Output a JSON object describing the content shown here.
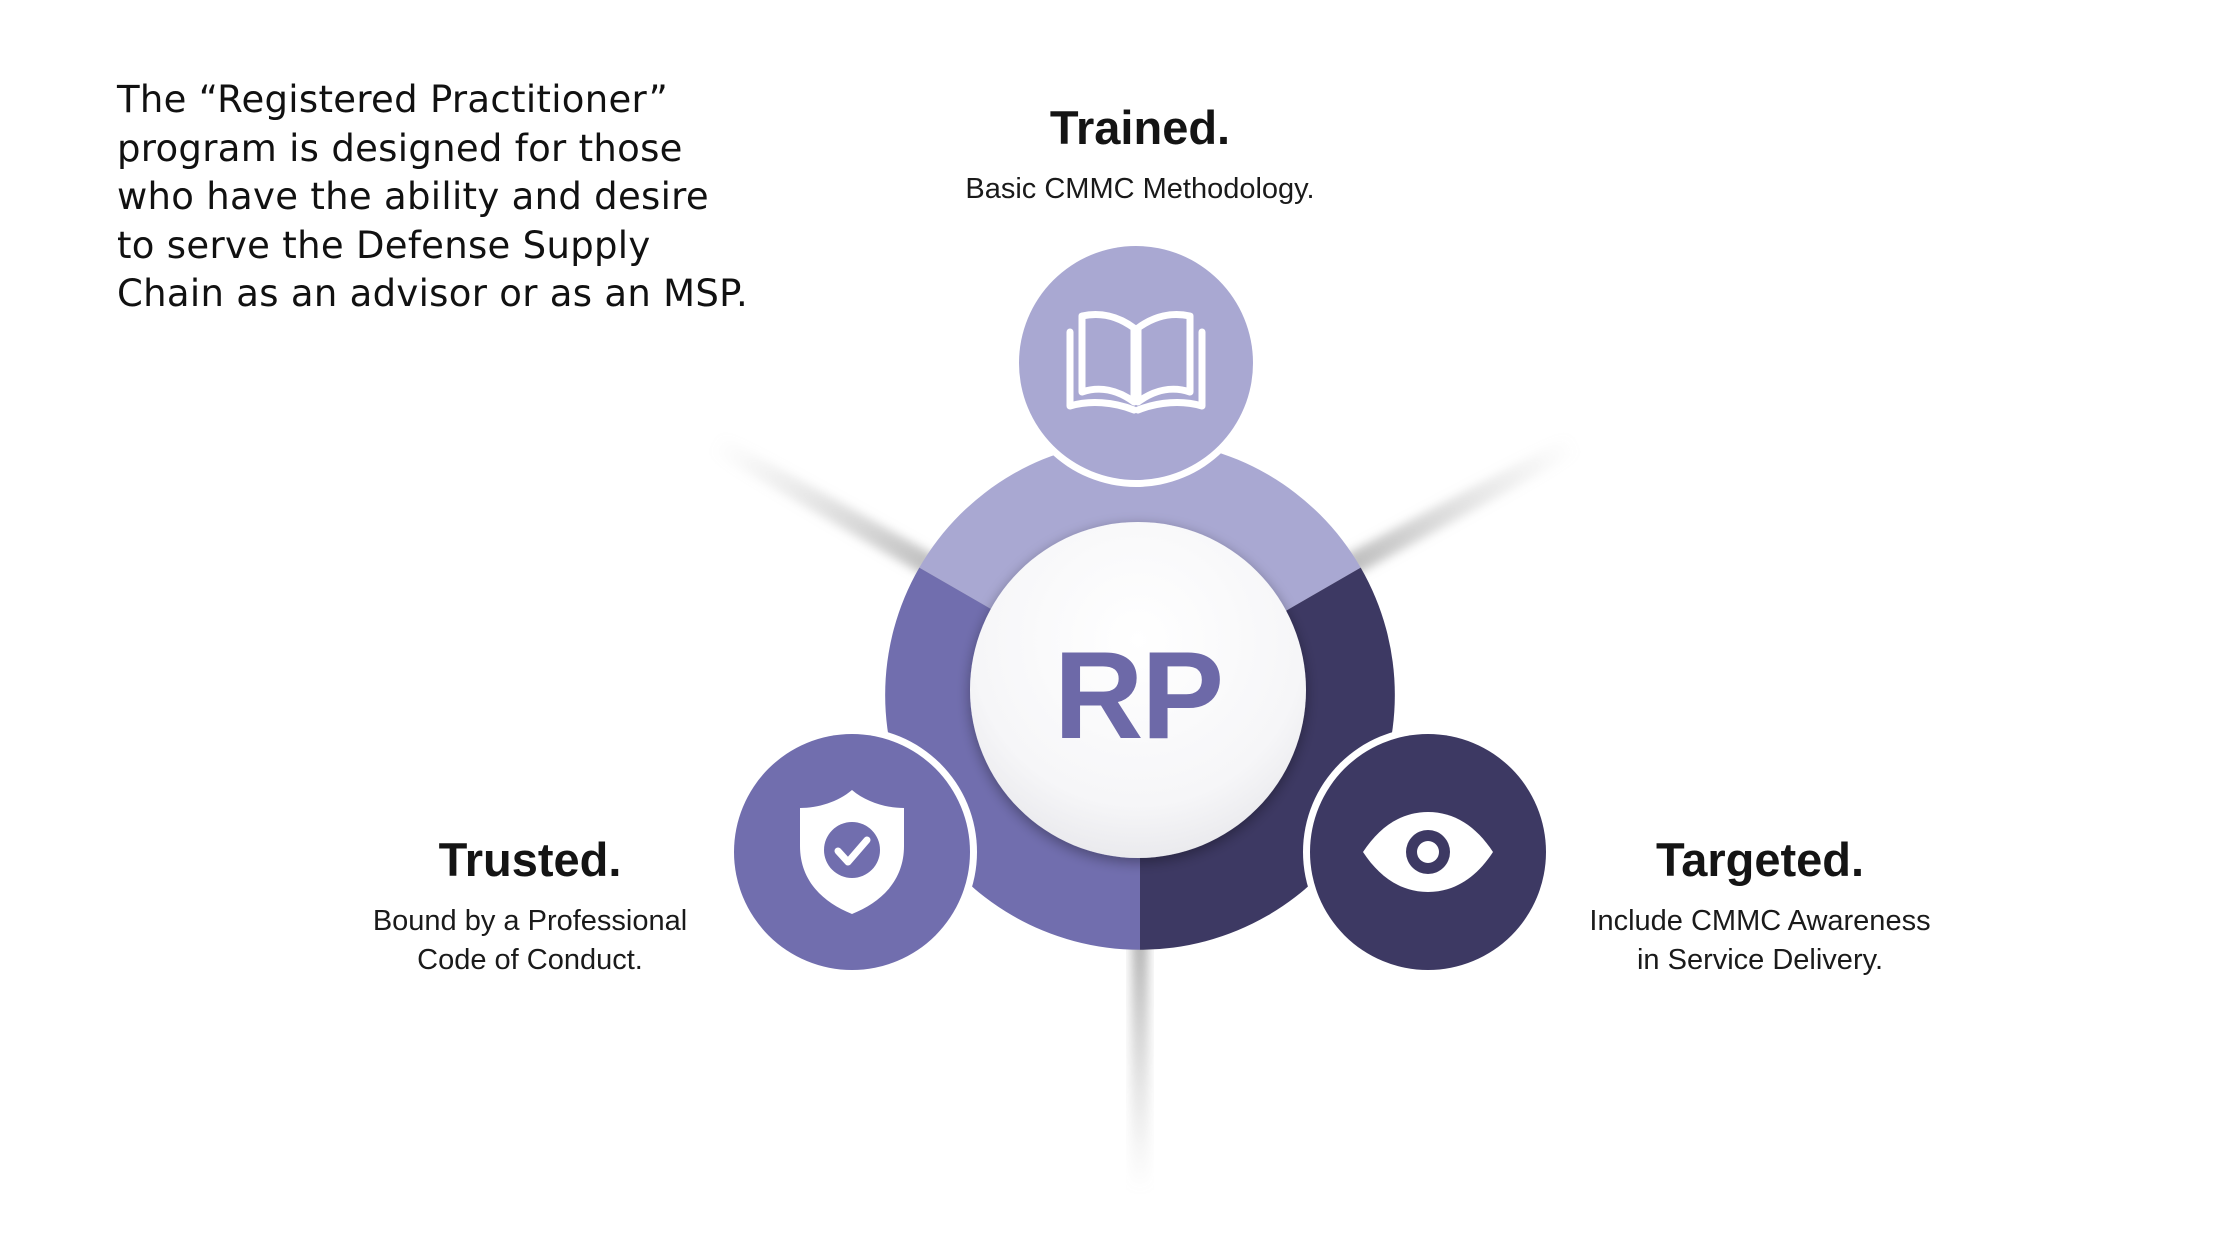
{
  "intro": {
    "lines": [
      "The “Registered Practitioner”",
      "program is designed for those",
      "who have the ability and desire",
      "to serve the Defense Supply",
      "Chain as an advisor or as an MSP."
    ]
  },
  "center": {
    "label": "RP"
  },
  "segments": {
    "trained": {
      "title": "Trained.",
      "desc_lines": [
        "Basic CMMC Methodology."
      ],
      "icon": "open-book-icon"
    },
    "trusted": {
      "title": "Trusted.",
      "desc_lines": [
        "Bound by a Professional",
        "Code of Conduct."
      ],
      "icon": "shield-check-icon"
    },
    "targeted": {
      "title": "Targeted.",
      "desc_lines": [
        "Include CMMC Awareness",
        "in Service Delivery."
      ],
      "icon": "eye-icon"
    }
  },
  "colors": {
    "trained": "#a9a8d2",
    "trusted": "#716eae",
    "targeted": "#3d3963",
    "center_text": "#6d69a8",
    "text": "#111111"
  }
}
